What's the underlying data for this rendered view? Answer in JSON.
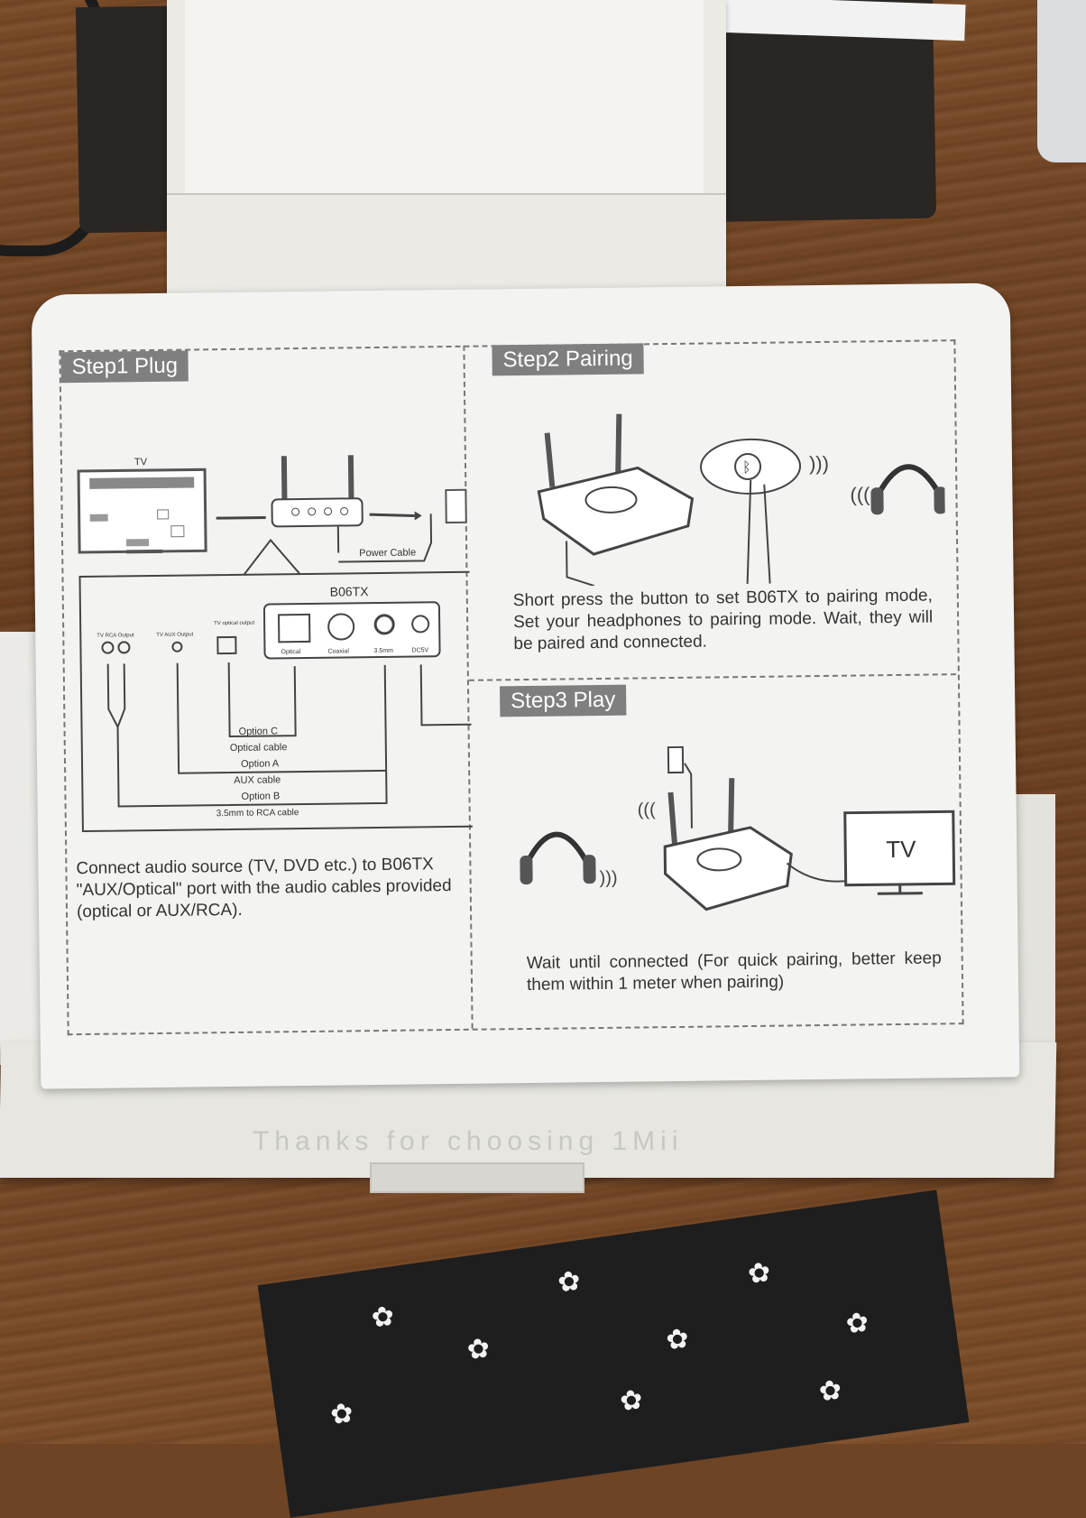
{
  "box_bottom_text": "Thanks for choosing 1Mii",
  "step1": {
    "tag": "Step1 Plug",
    "diagram": {
      "tv_label": "TV",
      "power_cable": "Power Cable",
      "device_model": "B06TX",
      "tv_rca_output": "TV RCA Output",
      "tv_aux_output": "TV AUX Output",
      "tv_optical_output": "TV optical output",
      "port_optical": "Optical",
      "port_coaxial": "Coaxial",
      "port_35mm": "3.5mm",
      "port_dc5v": "DC5V",
      "option_c": "Option C",
      "optical_cable": "Optical cable",
      "option_a": "Option A",
      "aux_cable": "AUX  cable",
      "option_b": "Option B",
      "rca_cable": "3.5mm to RCA cable"
    },
    "instruction": "Connect audio source (TV, DVD etc.) to B06TX \"AUX/Optical\" port with the audio cables provided (optical or AUX/RCA)."
  },
  "step2": {
    "tag": "Step2 Pairing",
    "instruction": "Short press the button to set B06TX to pairing mode, Set your headphones to pairing mode. Wait, they will be paired and connected."
  },
  "step3": {
    "tag": "Step3 Play",
    "tv_label": "TV",
    "instruction": "Wait until connected (For quick pairing, better keep them within 1 meter when pairing)"
  }
}
